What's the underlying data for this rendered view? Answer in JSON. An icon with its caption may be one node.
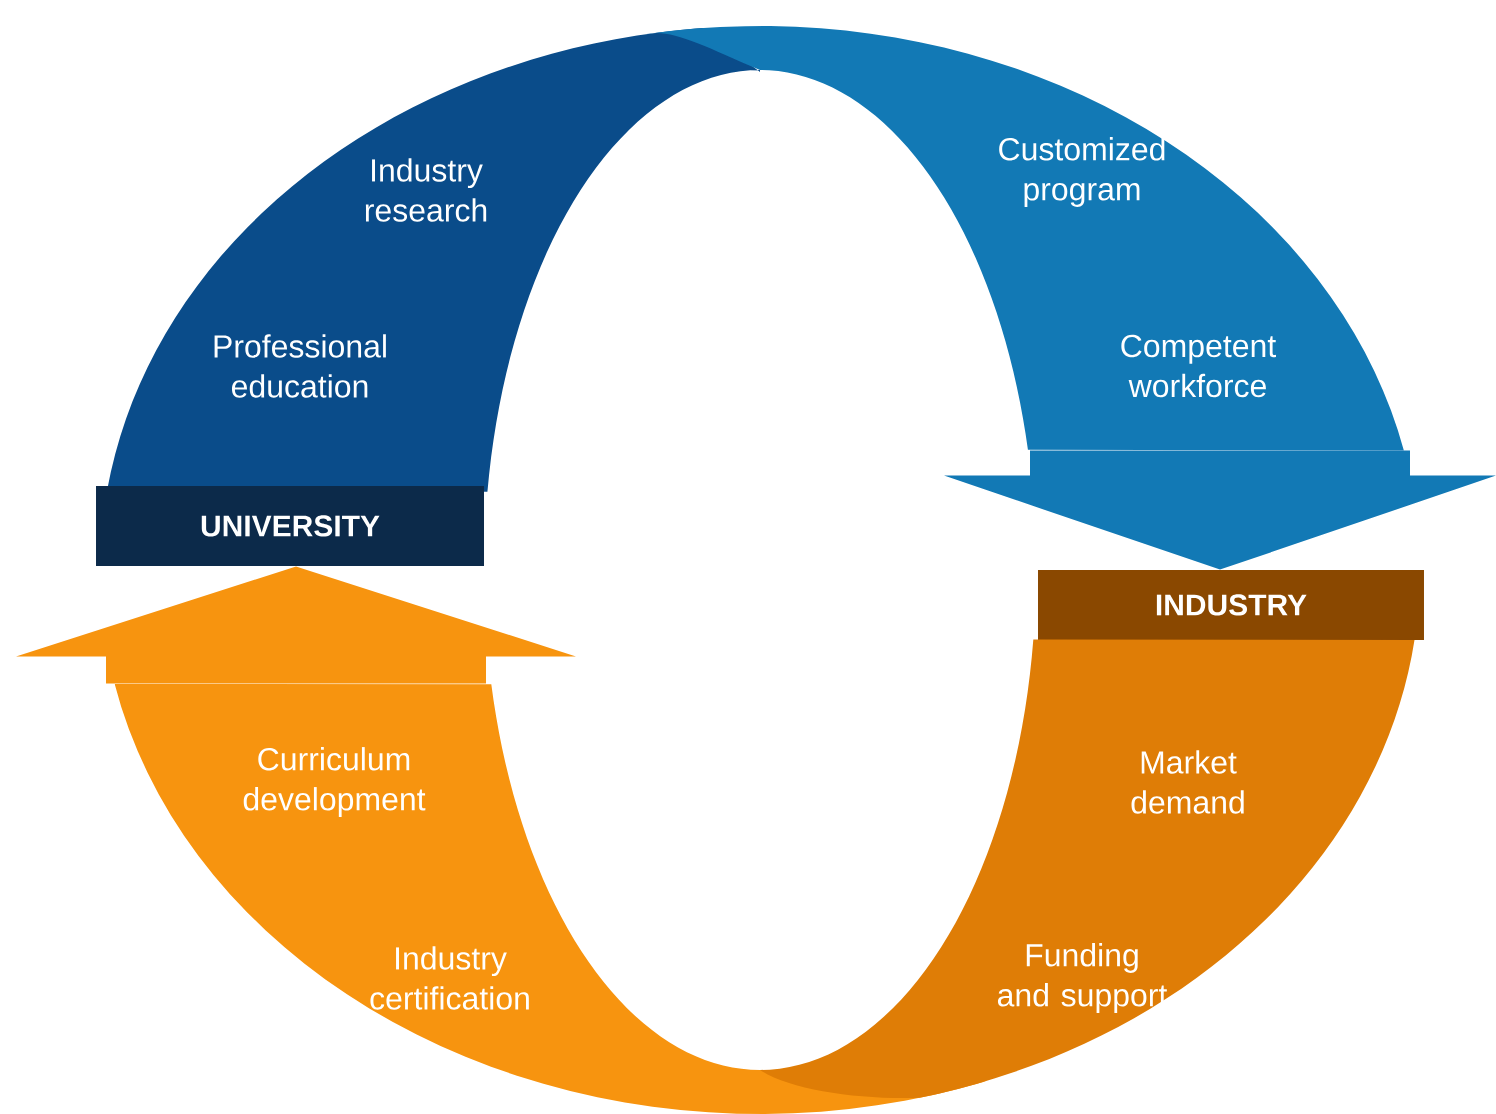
{
  "diagram": {
    "nodes": [
      {
        "text": [
          "Industry research",
          "Professional education"
        ]
      },
      {
        "text": [
          "Customized program",
          "Competent workforce"
        ]
      },
      {
        "text": [
          "UNIVERSITY"
        ]
      },
      {
        "text": [
          "INDUSTRY"
        ]
      },
      {
        "text": [
          "Curriculum development",
          "Industry certification"
        ]
      },
      {
        "text": [
          "Market demand",
          "Funding and support"
        ]
      }
    ],
    "edges": [
      {
        "from": 1,
        "to": 3,
        "arrow": "to",
        "color": "#1279b5"
      },
      {
        "from": 4,
        "to": 2,
        "arrow": "to",
        "color": "#f7940f"
      }
    ]
  }
}
